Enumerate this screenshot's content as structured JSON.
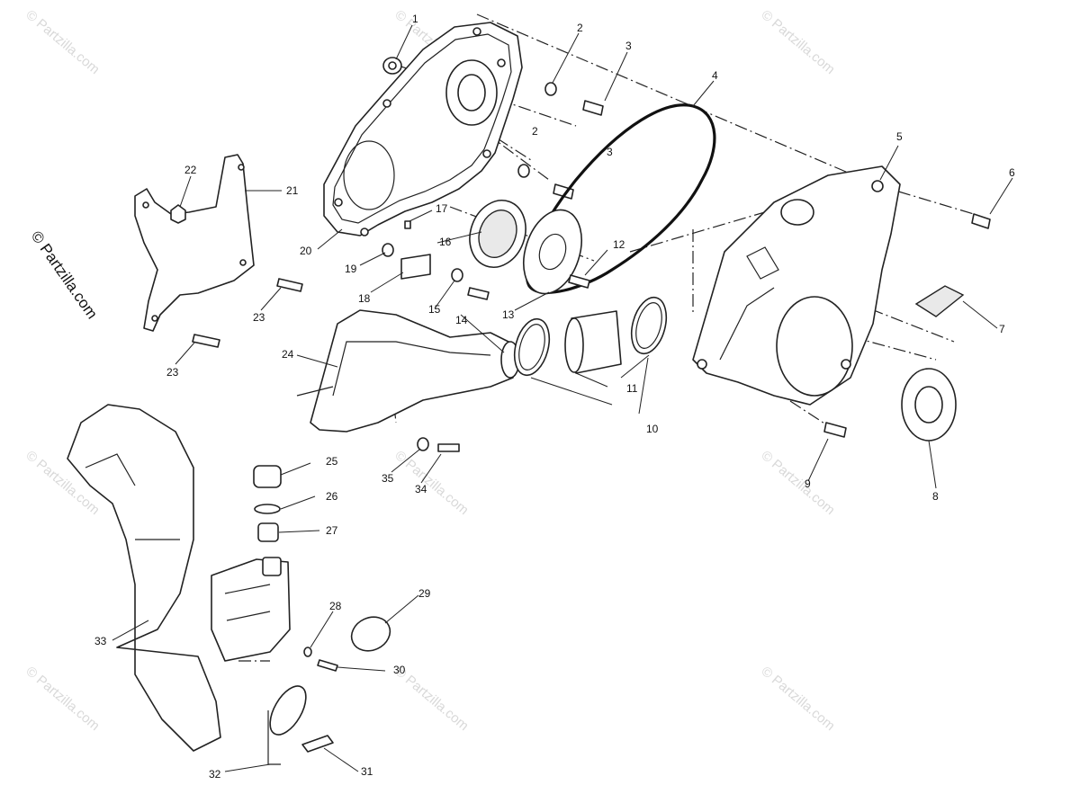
{
  "watermark": {
    "text": "© Partzilla.com",
    "side_text": "© Partzilla.com"
  },
  "callouts": {
    "c1": "1",
    "c2a": "2",
    "c2b": "2",
    "c3a": "3",
    "c3b": "3",
    "c4": "4",
    "c5": "5",
    "c6": "6",
    "c7": "7",
    "c8": "8",
    "c9": "9",
    "c10": "10",
    "c11": "11",
    "c12": "12",
    "c13": "13",
    "c14": "14",
    "c15": "15",
    "c16": "16",
    "c17": "17",
    "c18": "18",
    "c19": "19",
    "c20": "20",
    "c21": "21",
    "c22": "22",
    "c23a": "23",
    "c23b": "23",
    "c24": "24",
    "c25": "25",
    "c26": "26",
    "c27": "27",
    "c28": "28",
    "c29": "29",
    "c30": "30",
    "c31": "31",
    "c32": "32",
    "c33": "33",
    "c34": "34",
    "c35": "35"
  }
}
